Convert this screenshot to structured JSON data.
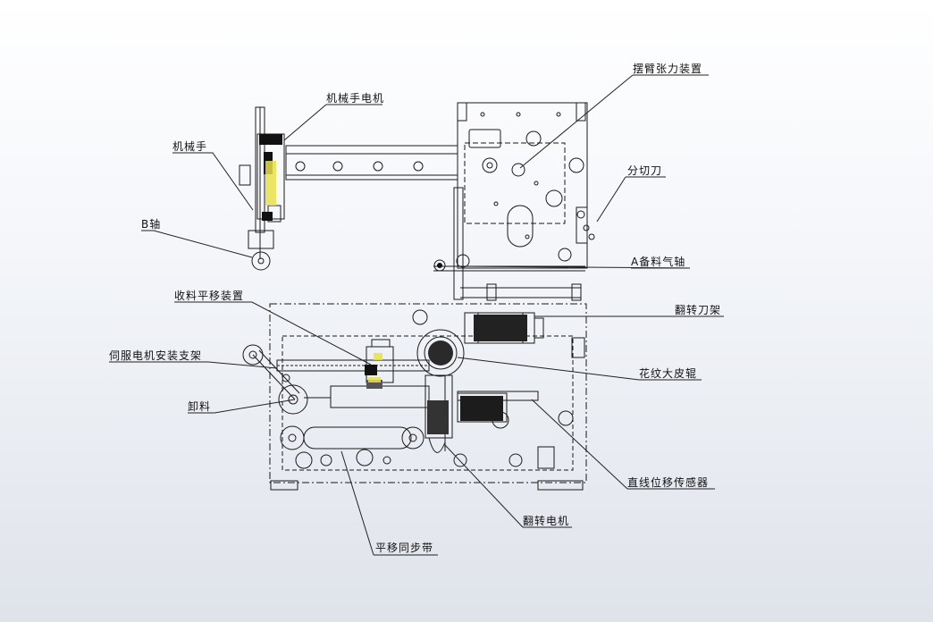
{
  "labels": {
    "robot_motor": "机械手电机",
    "robot": "机械手",
    "b_axis": "B轴",
    "takeup_traverse": "收料平移装置",
    "servo_bracket": "伺服电机安装支架",
    "unload": "卸料",
    "traverse_belt": "平移同步带",
    "flip_motor": "翻转电机",
    "linear_sensor": "直线位移传感器",
    "pattern_roller": "花纹大皮辊",
    "flip_knife_frame": "翻转刀架",
    "a_air_shaft": "A备料气轴",
    "slitter": "分切刀",
    "dancer_tension": "摆臂张力装置"
  },
  "colors": {
    "line": "#1a1a1a",
    "leader": "#222222",
    "highlight": "#e8e24a"
  }
}
